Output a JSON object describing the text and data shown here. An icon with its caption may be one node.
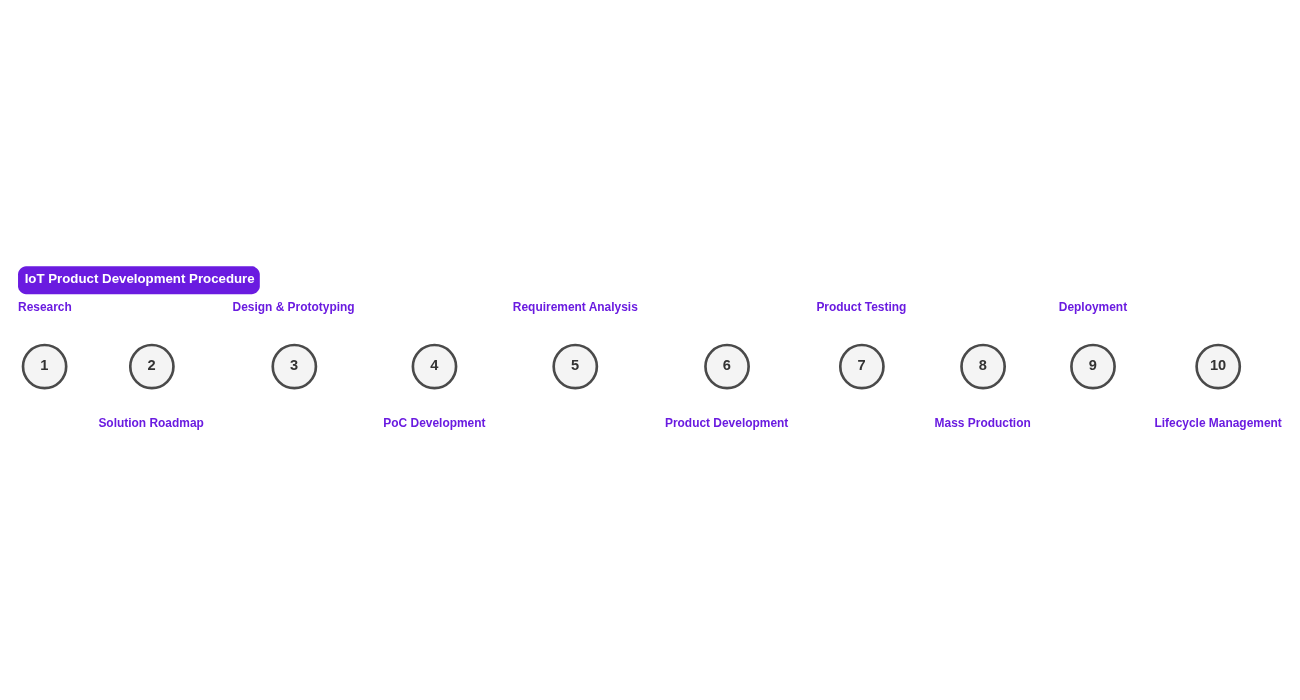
{
  "diagram": {
    "title": "IoT Product Development Procedure",
    "nodes": [
      {
        "text": [
          "1"
        ],
        "beside": [
          "Research"
        ]
      },
      {
        "text": [
          "2"
        ],
        "beside": [
          "Solution Roadmap"
        ]
      },
      {
        "text": [
          "3"
        ],
        "beside": [
          "Design & Prototyping"
        ]
      },
      {
        "text": [
          "4"
        ],
        "beside": [
          "PoC Development"
        ]
      },
      {
        "text": [
          "5"
        ],
        "beside": [
          "Requirement Analysis"
        ]
      },
      {
        "text": [
          "6"
        ],
        "beside": [
          "Product Development"
        ]
      },
      {
        "text": [
          "7"
        ],
        "beside": [
          "Product Testing"
        ]
      },
      {
        "text": [
          "8"
        ],
        "beside": [
          "Mass Production"
        ]
      },
      {
        "text": [
          "9"
        ],
        "beside": [
          "Deployment"
        ]
      },
      {
        "text": [
          "10"
        ],
        "beside": [
          "Lifecycle Management"
        ]
      }
    ]
  }
}
